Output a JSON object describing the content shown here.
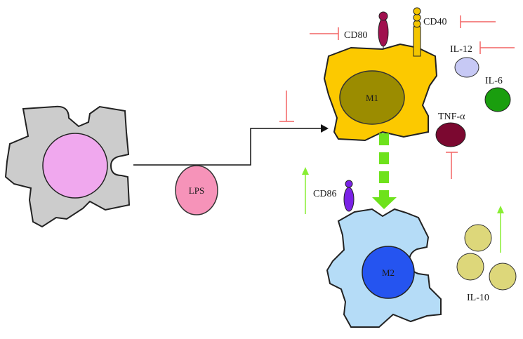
{
  "cells": {
    "naive": {
      "fill": "#cccccc",
      "nucleus_fill": "#f0a8ee"
    },
    "m1": {
      "label": "M1",
      "fill": "#fcc900",
      "nucleus_fill": "#9b8c00"
    },
    "m2": {
      "label": "M2",
      "fill": "#b5dcf7",
      "nucleus_fill": "#2554f0"
    }
  },
  "stimulus": {
    "label": "LPS",
    "fill": "#f693b9"
  },
  "markers": {
    "cd80": {
      "label": "CD80",
      "color": "#a0104e"
    },
    "cd40": {
      "label": "CD40",
      "color": "#f3c500"
    },
    "cd86": {
      "label": "CD86",
      "color": "#7a22e6"
    }
  },
  "cytokines": {
    "il12": {
      "label": "IL-12",
      "fill": "#c7c9f5"
    },
    "il6": {
      "label": "IL-6",
      "fill": "#1a9e0e"
    },
    "tnfa": {
      "label": "TNF-α",
      "fill": "#7b0830"
    },
    "il10": {
      "label": "IL-10",
      "fill": "#ddd77a"
    }
  },
  "colors": {
    "inhibit": "#f26464",
    "upregulate": "#88ee33",
    "transition": "#6ee21c",
    "outline": "#222222"
  }
}
